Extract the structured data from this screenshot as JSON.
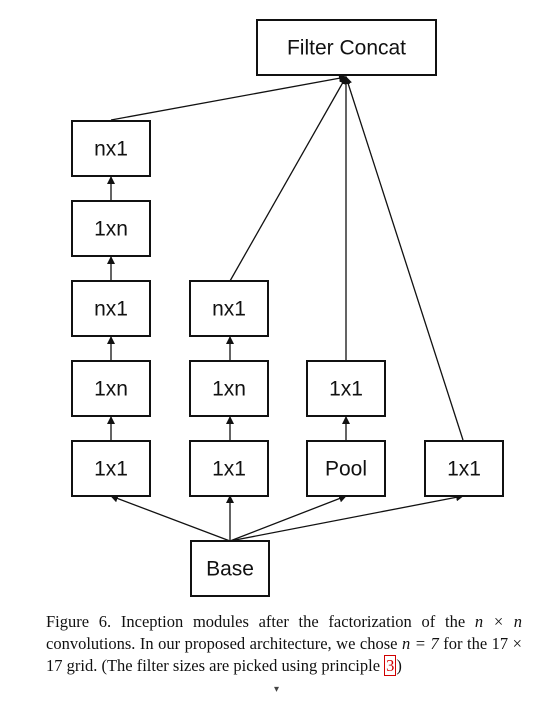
{
  "nodes": {
    "filter_concat": "Filter Concat",
    "b1_nx1_top": "nx1",
    "b1_1xn_top": "1xn",
    "b1_nx1_mid": "nx1",
    "b1_1xn_low": "1xn",
    "b1_1x1": "1x1",
    "b2_nx1": "nx1",
    "b2_1xn": "1xn",
    "b2_1x1": "1x1",
    "b3_1x1": "1x1",
    "b3_pool": "Pool",
    "b4_1x1": "1x1",
    "base": "Base"
  },
  "caption": {
    "figure_label": "Figure 6.",
    "text_1": " Inception modules after the factorization of the ",
    "math_nxn": "n × n",
    "text_2": " convolutions. In our proposed architecture, we chose ",
    "math_n7": "n = 7",
    "text_3": " for the ",
    "math_17": "17 × 17",
    "text_4": " grid. (The filter sizes are picked using principle ",
    "ref": "3",
    "text_5": ")"
  },
  "footer_mark": "▾"
}
